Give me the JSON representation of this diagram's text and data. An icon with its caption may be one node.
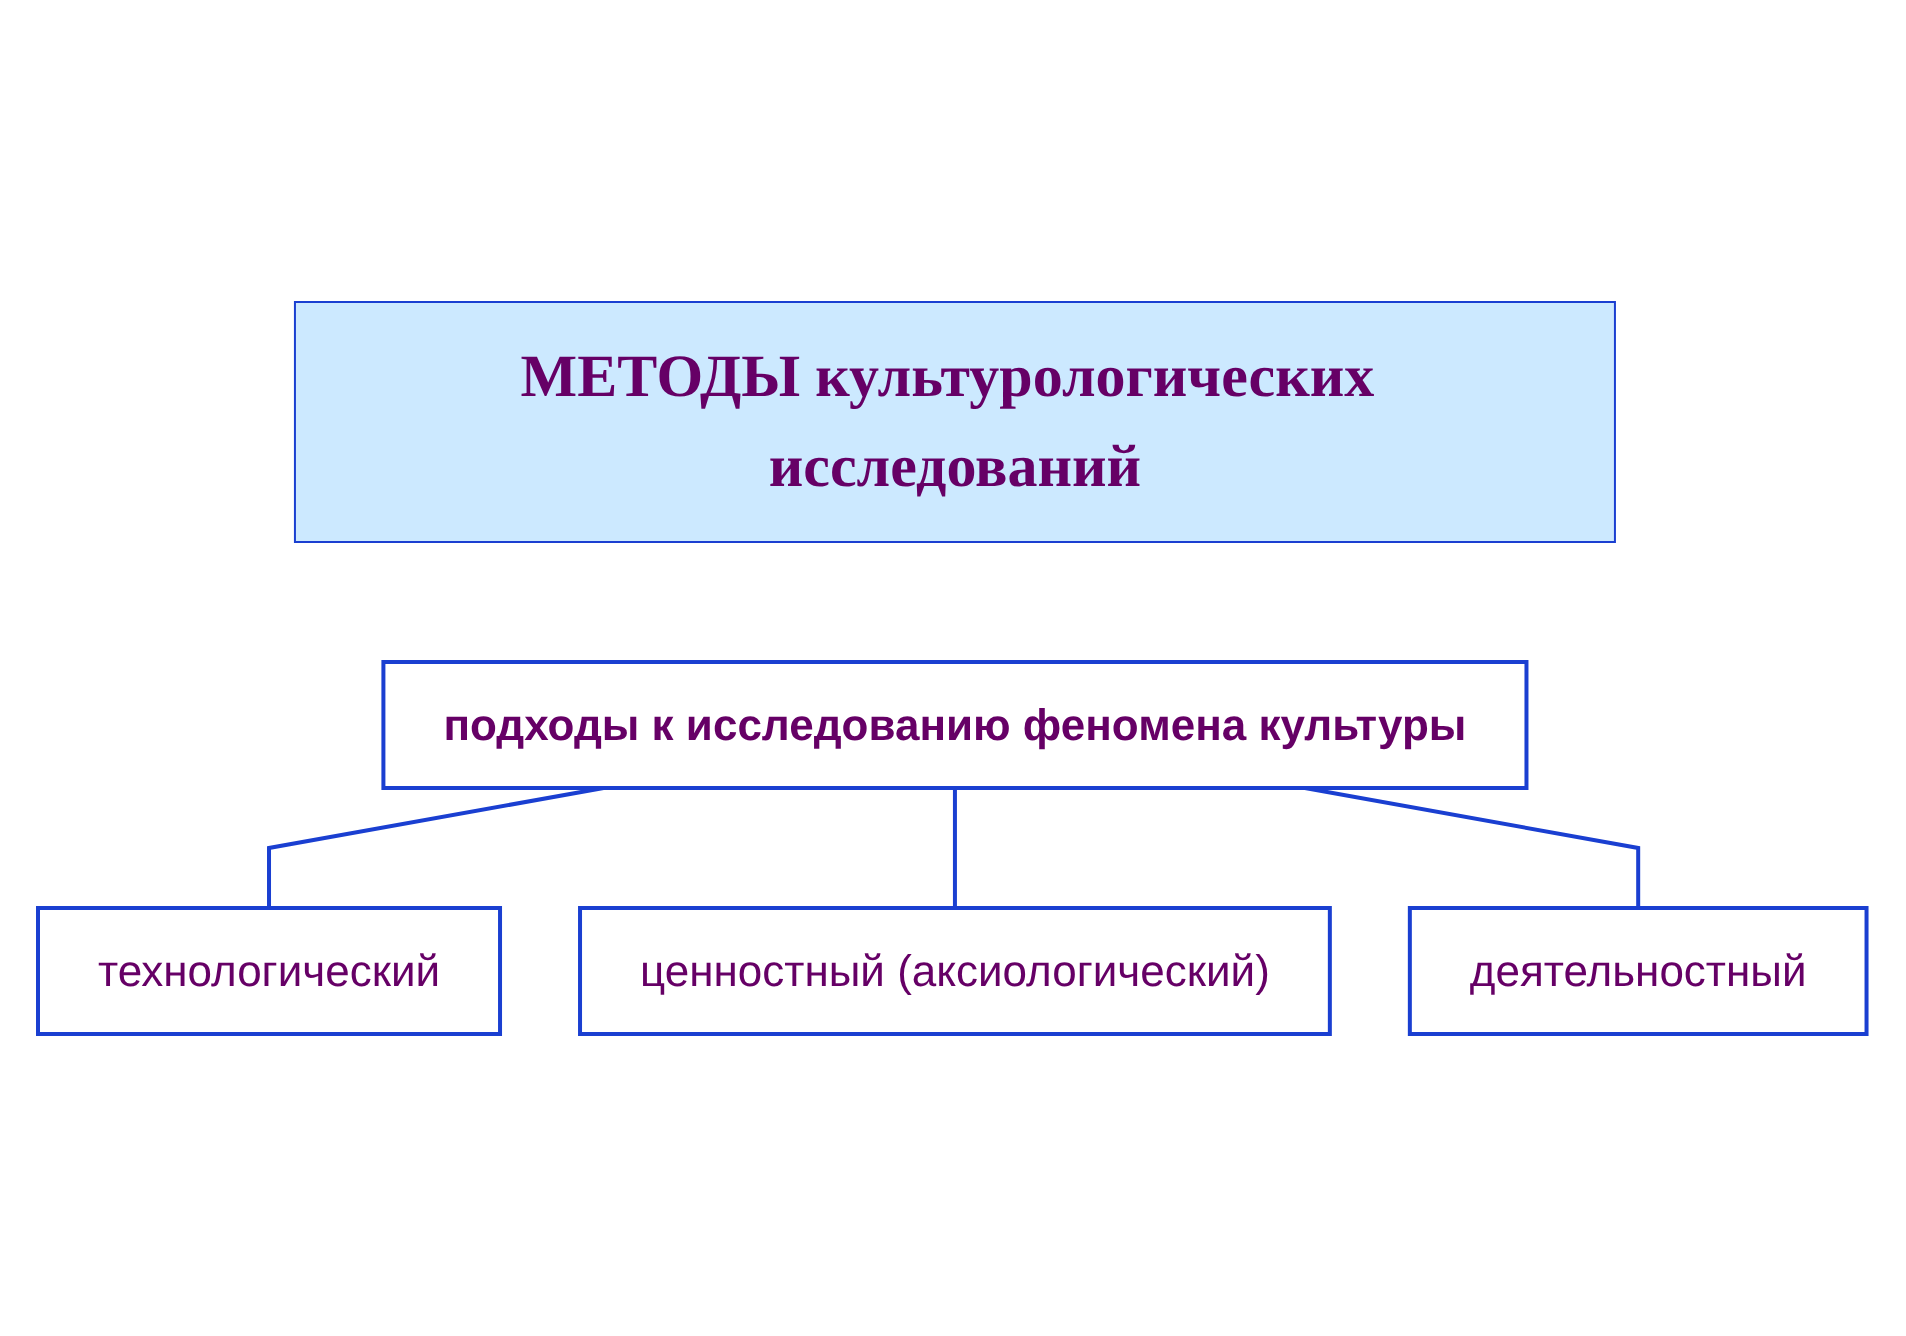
{
  "diagram": {
    "nodes": [
      {
        "text": [
          "МЕТОДЫ культурологических исследований"
        ]
      },
      {
        "text": [
          "подходы к исследованию феномена культуры"
        ]
      },
      {
        "text": [
          "технологический"
        ]
      },
      {
        "text": [
          "ценностный (аксиологический)"
        ]
      },
      {
        "text": [
          "деятельностный"
        ]
      }
    ],
    "edges": [
      {
        "from": 1,
        "to": 2,
        "arrow": "none"
      },
      {
        "from": 1,
        "to": 3,
        "arrow": "none"
      },
      {
        "from": 1,
        "to": 4,
        "arrow": "none"
      }
    ]
  }
}
